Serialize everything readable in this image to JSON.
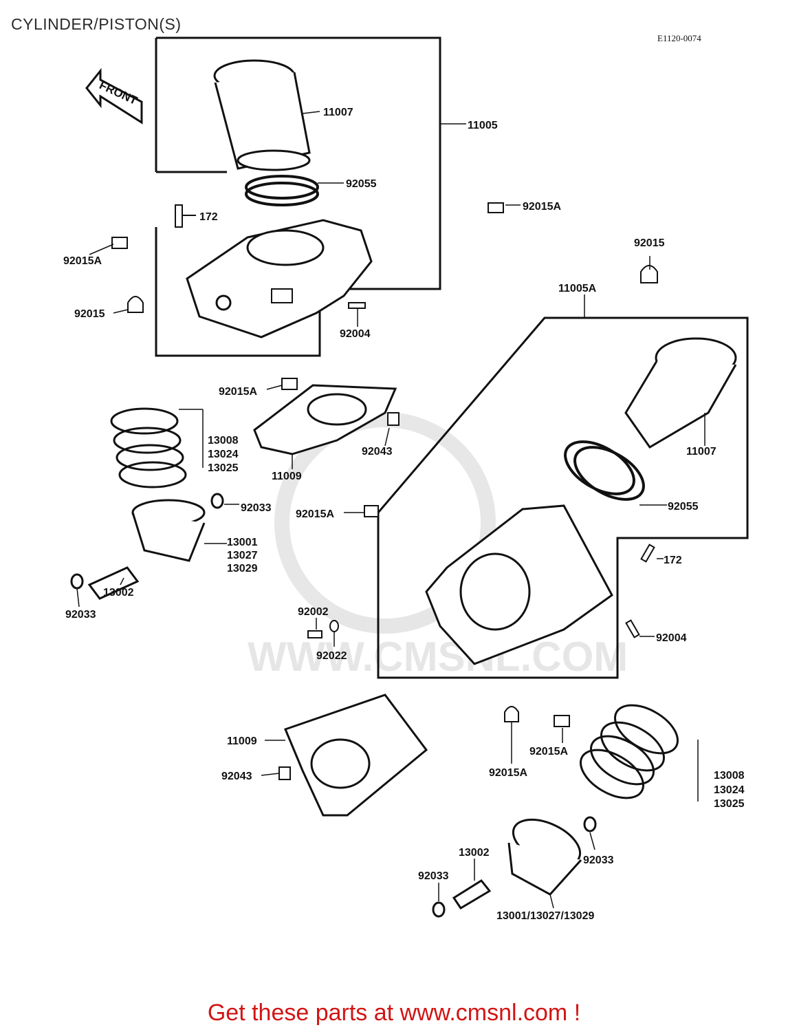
{
  "header": {
    "title": "CYLINDER/PISTON(S)",
    "drawing_code": "E1120-0074"
  },
  "front_arrow": {
    "label": "FRONT"
  },
  "watermark": {
    "text": "WWW.CMSNL.COM"
  },
  "callouts": {
    "c11007_top": "11007",
    "c11005": "11005",
    "c92055_top": "92055",
    "c92015A_right_top": "92015A",
    "c172_top": "172",
    "c92015A_left": "92015A",
    "c92015_left": "92015",
    "c92004_top": "92004",
    "c92015_right": "92015",
    "c11005A": "11005A",
    "c92015A_mid": "92015A",
    "c13008_left": "13008",
    "c13024_left": "13024",
    "c13025_left": "13025",
    "c92043_mid": "92043",
    "c11009_mid": "11009",
    "c11007_right": "11007",
    "c92033_a": "92033",
    "c92015A_center": "92015A",
    "c92055_right": "92055",
    "c13001_left": "13001",
    "c13027_left": "13027",
    "c13029_left": "13029",
    "c13002_left": "13002",
    "c92033_b": "92033",
    "c172_right": "172",
    "c92002": "92002",
    "c92022": "92022",
    "c92004_right": "92004",
    "c11009_bottom": "11009",
    "c92043_bottom": "92043",
    "c92015A_b1": "92015A",
    "c92015A_b2": "92015A",
    "c13008_right": "13008",
    "c13024_right": "13024",
    "c13025_right": "13025",
    "c92033_right": "92033",
    "c13002_bottom": "13002",
    "c92033_bottom": "92033",
    "c13001_combo": "13001/13027/13029"
  },
  "footer": {
    "promo": "Get these parts at www.cmsnl.com !"
  }
}
